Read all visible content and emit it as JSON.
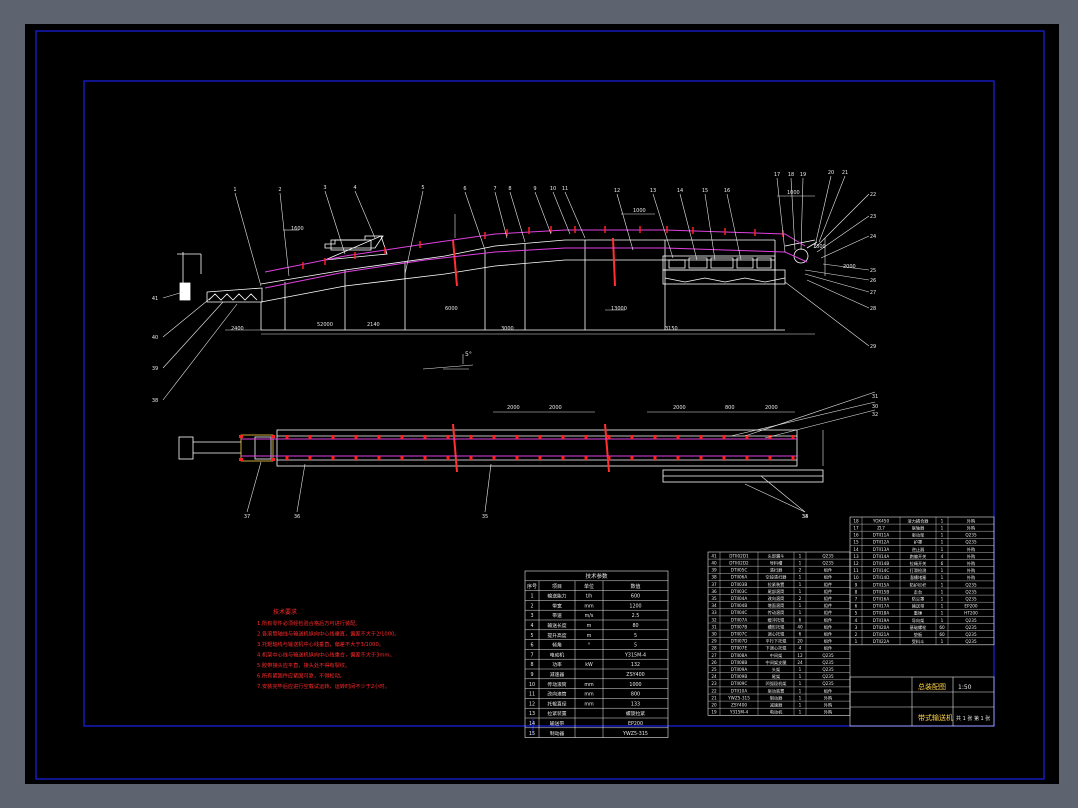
{
  "colors": {
    "background": "#000000",
    "frame": "#1a22e8",
    "lines": "#ffffff",
    "belt": "#e040e0",
    "marks": "#ff2020",
    "notes": "#ff2a2a",
    "dims": "#e8e8e8"
  },
  "callouts_top": [
    "1",
    "2",
    "3",
    "4",
    "5",
    "6",
    "7",
    "8",
    "9",
    "10",
    "11",
    "12",
    "13",
    "14",
    "15",
    "16",
    "17",
    "18",
    "19",
    "20",
    "21"
  ],
  "callouts_left": [
    "41",
    "40",
    "39",
    "38"
  ],
  "callouts_right": [
    "22",
    "23",
    "24",
    "25",
    "26",
    "27",
    "28",
    "29"
  ],
  "callouts_plan": [
    "37",
    "36",
    "35",
    "34",
    "33",
    "32",
    "31",
    "30"
  ],
  "dimensions": {
    "top": [
      "1600",
      "1000",
      "1000",
      "1300",
      "2000"
    ],
    "bottom": [
      "2400",
      "52000",
      "2140",
      "6000",
      "3000",
      "13000",
      "3150"
    ],
    "plan": [
      "2000",
      "2000",
      "2000",
      "800",
      "2000"
    ],
    "slope": "5°"
  },
  "notes": {
    "title": "技术要求",
    "lines": [
      "1.所有零件必须经检验合格后方可进行装配。",
      "2.各滚筒轴线与输送机纵向中心线垂直，偏差不大于2/1000。",
      "3.托辊轴线与输送机中心线垂直，偏差不大于3/1000。",
      "4.机架中心线与输送机纵向中心线重合，偏差不大于3mm。",
      "5.胶带接头应平直，接头处不得有裂纹。",
      "6.所有紧固件应紧固可靠，不得松动。",
      "7.安装完毕后应进行空载试运转，运转时间不少于2小时。"
    ]
  },
  "param_table": {
    "title": "技术参数",
    "headers": [
      "序号",
      "项目",
      "单位",
      "数值"
    ],
    "rows": [
      [
        "1",
        "输送能力",
        "t/h",
        "600"
      ],
      [
        "2",
        "带宽",
        "mm",
        "1200"
      ],
      [
        "3",
        "带速",
        "m/s",
        "2.5"
      ],
      [
        "4",
        "输送长度",
        "m",
        "80"
      ],
      [
        "5",
        "提升高度",
        "m",
        "5"
      ],
      [
        "6",
        "倾角",
        "°",
        "5"
      ],
      [
        "7",
        "电动机",
        "",
        "Y315M-4"
      ],
      [
        "8",
        "功率",
        "kW",
        "132"
      ],
      [
        "9",
        "减速器",
        "",
        "ZSY400"
      ],
      [
        "10",
        "传动滚筒",
        "mm",
        "1000"
      ],
      [
        "11",
        "改向滚筒",
        "mm",
        "800"
      ],
      [
        "12",
        "托辊直径",
        "mm",
        "133"
      ],
      [
        "13",
        "拉紧装置",
        "",
        "螺旋拉紧"
      ],
      [
        "14",
        "输送带",
        "",
        "EP200"
      ],
      [
        "15",
        "制动器",
        "",
        "YWZ5-315"
      ]
    ]
  },
  "parts_list_middle": {
    "rows": [
      [
        "41",
        "DTII02D1",
        "头部漏斗",
        "1",
        "Q235"
      ],
      [
        "40",
        "DTII02D2",
        "导料槽",
        "1",
        "Q235"
      ],
      [
        "39",
        "DTII05C",
        "清扫器",
        "2",
        "组件"
      ],
      [
        "38",
        "DTII06A",
        "空段清扫器",
        "1",
        "组件"
      ],
      [
        "37",
        "DTII03B",
        "拉紧装置",
        "1",
        "组件"
      ],
      [
        "36",
        "DTII03C",
        "尾部滚筒",
        "1",
        "组件"
      ],
      [
        "35",
        "DTII04A",
        "改向滚筒",
        "2",
        "组件"
      ],
      [
        "34",
        "DTII04B",
        "增面滚筒",
        "1",
        "组件"
      ],
      [
        "33",
        "DTII04C",
        "传动滚筒",
        "1",
        "组件"
      ],
      [
        "32",
        "DTII07A",
        "缓冲托辊",
        "6",
        "组件"
      ],
      [
        "31",
        "DTII07B",
        "槽形托辊",
        "40",
        "组件"
      ],
      [
        "30",
        "DTII07C",
        "调心托辊",
        "6",
        "组件"
      ],
      [
        "29",
        "DTII07D",
        "平行下托辊",
        "20",
        "组件"
      ],
      [
        "28",
        "DTII07E",
        "下调心托辊",
        "4",
        "组件"
      ],
      [
        "27",
        "DTII08A",
        "中间架",
        "12",
        "Q235"
      ],
      [
        "26",
        "DTII08B",
        "中间架支腿",
        "24",
        "Q235"
      ],
      [
        "25",
        "DTII09A",
        "头架",
        "1",
        "Q235"
      ],
      [
        "24",
        "DTII09B",
        "尾架",
        "1",
        "Q235"
      ],
      [
        "23",
        "DTII09C",
        "凹弧段机架",
        "1",
        "Q235"
      ],
      [
        "22",
        "DTII10A",
        "驱动装置",
        "1",
        "组件"
      ],
      [
        "21",
        "YWZ5-315",
        "制动器",
        "1",
        "外购"
      ],
      [
        "20",
        "ZSY400",
        "减速器",
        "1",
        "外购"
      ],
      [
        "19",
        "Y315M-4",
        "电动机",
        "1",
        "外购"
      ]
    ]
  },
  "parts_list_right": {
    "rows": [
      [
        "18",
        "YOX450",
        "液力耦合器",
        "1",
        "外购"
      ],
      [
        "17",
        "ZL7",
        "联轴器",
        "1",
        "外购"
      ],
      [
        "16",
        "DTII11A",
        "驱动架",
        "1",
        "Q235"
      ],
      [
        "15",
        "DTII12A",
        "护罩",
        "1",
        "Q235"
      ],
      [
        "14",
        "DTII13A",
        "逆止器",
        "1",
        "外购"
      ],
      [
        "13",
        "DTII14A",
        "跑偏开关",
        "4",
        "外购"
      ],
      [
        "12",
        "DTII14B",
        "拉绳开关",
        "6",
        "外购"
      ],
      [
        "11",
        "DTII14C",
        "打滑检测",
        "1",
        "外购"
      ],
      [
        "10",
        "DTII14D",
        "溜槽堵塞",
        "1",
        "外购"
      ],
      [
        "9",
        "DTII15A",
        "防护栏杆",
        "1",
        "Q235"
      ],
      [
        "8",
        "DTII15B",
        "走台",
        "1",
        "Q235"
      ],
      [
        "7",
        "DTII16A",
        "防尘罩",
        "1",
        "Q235"
      ],
      [
        "6",
        "DTII17A",
        "输送带",
        "1",
        "EP200"
      ],
      [
        "5",
        "DTII18A",
        "重锤",
        "1",
        "HT200"
      ],
      [
        "4",
        "DTII19A",
        "导向架",
        "1",
        "Q235"
      ],
      [
        "3",
        "DTII20A",
        "基础螺栓",
        "60",
        "Q235"
      ],
      [
        "2",
        "DTII21A",
        "垫板",
        "60",
        "Q235"
      ],
      [
        "1",
        "DTII22A",
        "受料斗",
        "1",
        "Q235"
      ]
    ]
  },
  "title_block": {
    "drawing_title": "总装配图",
    "company": "带式输送机",
    "scale": "1:50",
    "sheet": "共 1 张 第 1 张"
  }
}
